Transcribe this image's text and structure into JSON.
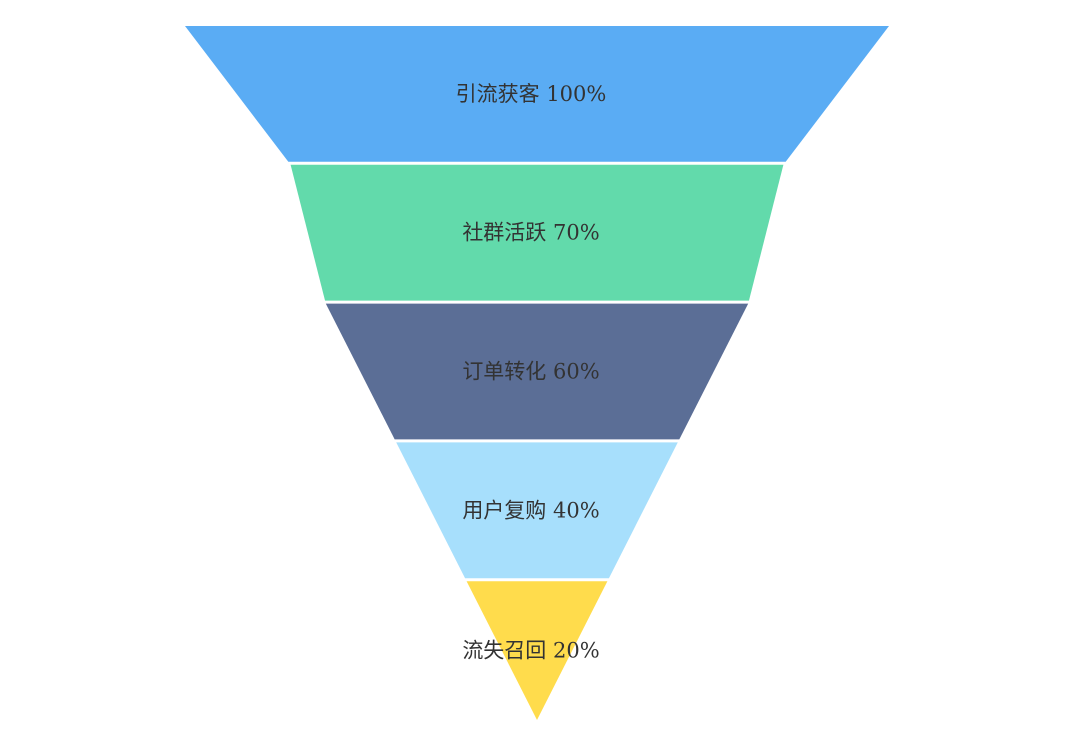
{
  "chart_data": {
    "type": "funnel",
    "title": "",
    "stages": [
      {
        "name": "引流获客",
        "value": 100,
        "label": "引流获客  100%",
        "color": "#5aacf4"
      },
      {
        "name": "社群活跃",
        "value": 70,
        "label": "社群活跃  70%",
        "color": "#62daab"
      },
      {
        "name": "订单转化",
        "value": 60,
        "label": "订单转化  60%",
        "color": "#5b6e96"
      },
      {
        "name": "用户复购",
        "value": 40,
        "label": "用户复购  40%",
        "color": "#a7dffc"
      },
      {
        "name": "流失召回",
        "value": 20,
        "label": "流失召回  20%",
        "color": "#ffdc4c"
      }
    ],
    "legend": "none",
    "grid": false
  }
}
